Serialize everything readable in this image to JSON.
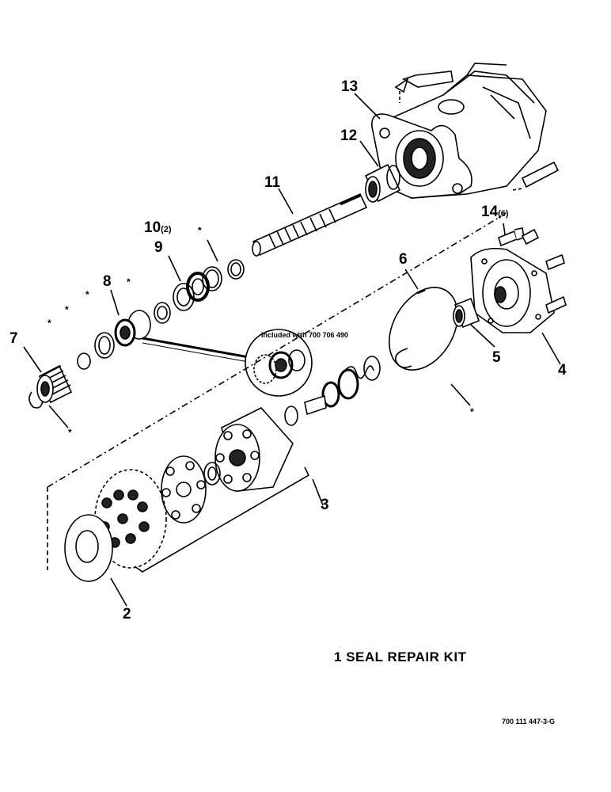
{
  "callouts": {
    "c1": "1",
    "c2": "2",
    "c3": "3",
    "c4": "4",
    "c5": "5",
    "c6": "6",
    "c7": "7",
    "c8": "8",
    "c9": "9",
    "c10": "10",
    "c10_qty": "(2)",
    "c11": "11",
    "c12": "12",
    "c13": "13",
    "c14": "14",
    "c14_qty": "(6)"
  },
  "kit_label": "SEAL REPAIR KIT",
  "included_note": "Included with 700 706 490",
  "figure_number": "700 111 447-3-G",
  "asterisk": "*"
}
